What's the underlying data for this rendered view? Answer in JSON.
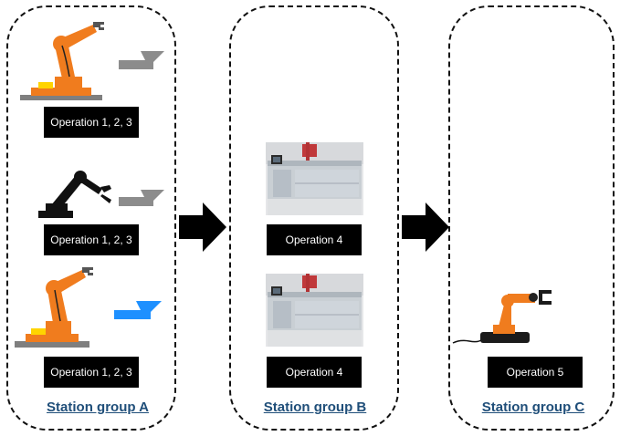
{
  "groups": {
    "a": {
      "title": "Station group A",
      "stations": [
        {
          "operation": "Operation 1, 2, 3",
          "robot_icon": "orange-industrial-robot-icon",
          "tray_color": "#8c8c8c"
        },
        {
          "operation": "Operation 1, 2, 3",
          "robot_icon": "black-robot-arm-icon",
          "tray_color": "#8c8c8c"
        },
        {
          "operation": "Operation 1, 2, 3",
          "robot_icon": "orange-industrial-robot-icon",
          "tray_color": "#1e90ff"
        }
      ]
    },
    "b": {
      "title": "Station group B",
      "stations": [
        {
          "operation": "Operation 4",
          "machine_icon": "reflow-oven-photo"
        },
        {
          "operation": "Operation 4",
          "machine_icon": "reflow-oven-photo"
        }
      ]
    },
    "c": {
      "title": "Station group C",
      "stations": [
        {
          "operation": "Operation 5",
          "robot_icon": "orange-desktop-robot-arm-icon"
        }
      ]
    }
  },
  "colors": {
    "robot_orange": "#f07c1e",
    "title_blue": "#1f4e79",
    "label_bg": "#000000",
    "label_text": "#ffffff"
  }
}
